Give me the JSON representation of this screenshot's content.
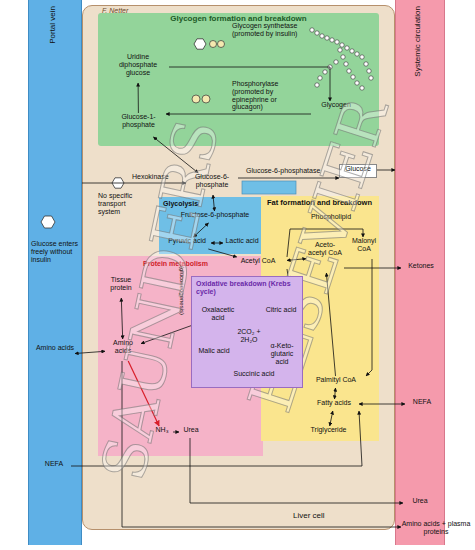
{
  "diagram": {
    "nodes": [
      {
        "text": [
          "Portal vein"
        ]
      },
      {
        "text": [
          "Systemic circulation"
        ]
      },
      {
        "text": [
          "Liver cell"
        ]
      },
      {
        "text": [
          "Glycogen formation and breakdown"
        ],
        "in": 2
      },
      {
        "text": [
          "Uridine diphosphate glucose"
        ],
        "in": 3
      },
      {
        "text": [
          "Glycogen"
        ],
        "in": 3
      },
      {
        "text": [
          "Glucose-1-phosphate"
        ],
        "in": 3
      },
      {
        "text": [
          "Glycolysis"
        ],
        "in": 2
      },
      {
        "text": [
          "Glucose-6-phosphate"
        ],
        "in": 2
      },
      {
        "text": [
          "Fructose-6-phosphate"
        ],
        "in": 7
      },
      {
        "text": [
          "Pyruvic acid"
        ],
        "in": 7
      },
      {
        "text": [
          "Lactic acid"
        ],
        "in": 7
      },
      {
        "text": [
          "Glucose"
        ],
        "in": 2
      },
      {
        "text": [
          "Protein metabolism"
        ],
        "in": 2
      },
      {
        "text": [
          "Tissue protein"
        ],
        "in": 13
      },
      {
        "text": [
          "Amino acids"
        ],
        "in": 13
      },
      {
        "text": [
          "Oxidative breakdown (Krebs cycle)"
        ],
        "in": 2
      },
      {
        "text": [
          "Acetyl CoA"
        ],
        "in": 2
      },
      {
        "text": [
          "Oxalacetic acid"
        ],
        "in": 16
      },
      {
        "text": [
          "Citric acid"
        ],
        "in": 16
      },
      {
        "text": [
          "α-Keto-glutaric acid"
        ],
        "in": 16
      },
      {
        "text": [
          "Succinic acid"
        ],
        "in": 16
      },
      {
        "text": [
          "Malic acid"
        ],
        "in": 16
      },
      {
        "text": [
          "2CO₂ + 2H₂O"
        ],
        "in": 16
      },
      {
        "text": [
          "Fat formation and breakdown"
        ],
        "in": 2
      },
      {
        "text": [
          "Phospholipid"
        ],
        "in": 24
      },
      {
        "text": [
          "Aceto-acetyl CoA"
        ],
        "in": 24
      },
      {
        "text": [
          "Malonyl CoA"
        ],
        "in": 24
      },
      {
        "text": [
          "Palmityl CoA"
        ],
        "in": 24
      },
      {
        "text": [
          "Fatty acids"
        ],
        "in": 24
      },
      {
        "text": [
          "Triglyceride"
        ],
        "in": 24
      },
      {
        "text": [
          "NH₃"
        ],
        "in": 13
      },
      {
        "text": [
          "Urea"
        ],
        "in": 13
      },
      {
        "text": [
          "Amino acids"
        ],
        "in": 0
      },
      {
        "text": [
          "NEFA"
        ],
        "in": 0
      },
      {
        "text": [
          "Ketones"
        ],
        "in": 1
      },
      {
        "text": [
          "NEFA"
        ],
        "in": 1
      },
      {
        "text": [
          "Urea"
        ],
        "in": 1
      },
      {
        "text": [
          "Amino acids + plasma proteins"
        ],
        "in": 1
      }
    ],
    "edges": [
      {
        "from": 0,
        "to": 8,
        "arrow": "to"
      },
      {
        "from": 8,
        "to": 6,
        "arrow": "both"
      },
      {
        "from": 6,
        "to": 4,
        "arrow": "to"
      },
      {
        "from": 4,
        "to": 5,
        "arrow": "to"
      },
      {
        "from": 5,
        "to": 6,
        "arrow": "to"
      },
      {
        "from": 8,
        "to": 12,
        "arrow": "to"
      },
      {
        "from": 12,
        "to": 1,
        "arrow": "to"
      },
      {
        "from": 8,
        "to": 9,
        "arrow": "both"
      },
      {
        "from": 9,
        "to": 10,
        "arrow": "both"
      },
      {
        "from": 10,
        "to": 11,
        "arrow": "both"
      },
      {
        "from": 10,
        "to": 17,
        "arrow": "to"
      },
      {
        "from": 17,
        "to": 19,
        "arrow": "to"
      },
      {
        "from": 18,
        "to": 19,
        "arrow": "to"
      },
      {
        "from": 19,
        "to": 20,
        "arrow": "to"
      },
      {
        "from": 20,
        "to": 21,
        "arrow": "to"
      },
      {
        "from": 21,
        "to": 22,
        "arrow": "to"
      },
      {
        "from": 22,
        "to": 18,
        "arrow": "to"
      },
      {
        "from": 15,
        "to": 18,
        "arrow": "both"
      },
      {
        "from": 15,
        "to": 14,
        "arrow": "both"
      },
      {
        "from": 33,
        "to": 15,
        "arrow": "both"
      },
      {
        "from": 15,
        "to": 31,
        "arrow": "to"
      },
      {
        "from": 31,
        "to": 32,
        "arrow": "to"
      },
      {
        "from": 32,
        "to": 37,
        "arrow": "to"
      },
      {
        "from": 15,
        "to": 38,
        "arrow": "to"
      },
      {
        "from": 34,
        "to": 29,
        "arrow": "to"
      },
      {
        "from": 29,
        "to": 36,
        "arrow": "both"
      },
      {
        "from": 29,
        "to": 30,
        "arrow": "both"
      },
      {
        "from": 28,
        "to": 29,
        "arrow": "both"
      },
      {
        "from": 17,
        "to": 26,
        "arrow": "both"
      },
      {
        "from": 26,
        "to": 35,
        "arrow": "to"
      },
      {
        "from": 17,
        "to": 27,
        "arrow": "to"
      },
      {
        "from": 27,
        "to": 28,
        "arrow": "to"
      },
      {
        "from": 28,
        "to": 26,
        "arrow": "to"
      }
    ],
    "labels": [
      "F. Netter",
      "Glycogen synthetase (promoted by insulin)",
      "Phosphorylase (promoted by epinephrine or glucagon)",
      "Hexokinase",
      "Glucose-6-phosphatase",
      "No specific transport system",
      "Glucose enters freely without insulin",
      "(gluconeogenesis)",
      "SAUNDERS",
      "ELSEVIER"
    ]
  }
}
